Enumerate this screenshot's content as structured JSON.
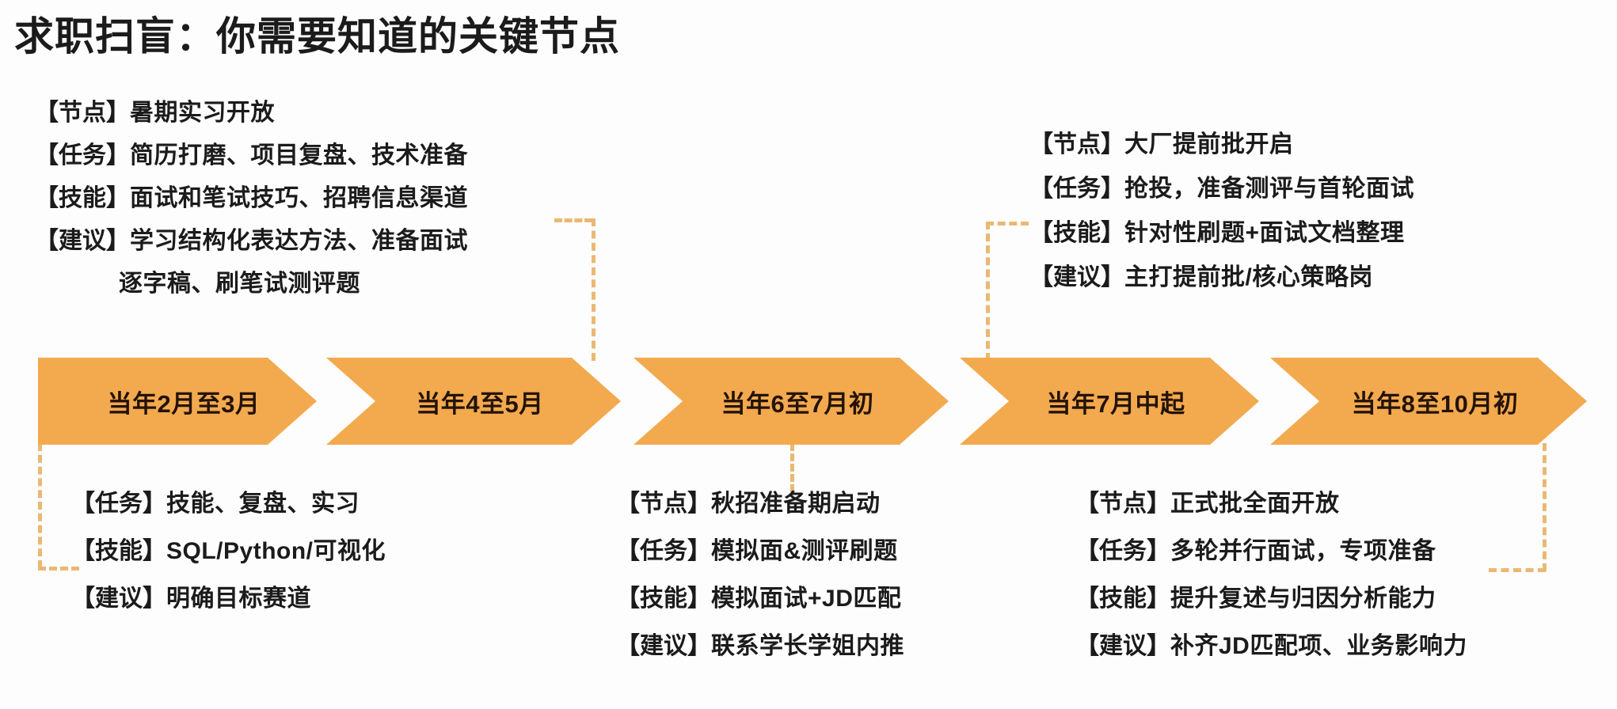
{
  "title": "求职扫盲：你需要知道的关键节点",
  "theme": {
    "chevron_fill": "#f3a94e",
    "chevron_text": "#231308",
    "dash_color": "#eab873",
    "text_color": "#1b1b1b",
    "background": "#fdfdfd"
  },
  "timeline": {
    "stages": [
      {
        "label": "当年2月至3月"
      },
      {
        "label": "当年4至5月"
      },
      {
        "label": "当年6至7月初"
      },
      {
        "label": "当年7月中起"
      },
      {
        "label": "当年8至10月初"
      }
    ]
  },
  "blocks": {
    "top_left": {
      "lines": [
        {
          "tag": "【节点】",
          "body": "暑期实习开放"
        },
        {
          "tag": "【任务】",
          "body": "简历打磨、项目复盘、技术准备"
        },
        {
          "tag": "【技能】",
          "body": "面试和笔试技巧、招聘信息渠道"
        },
        {
          "tag": "【建议】",
          "body": "学习结构化表达方法、准备面试"
        },
        {
          "tag": "",
          "body": "逐字稿、刷笔试测评题"
        }
      ]
    },
    "top_right": {
      "lines": [
        {
          "tag": "【节点】",
          "body": "大厂提前批开启"
        },
        {
          "tag": "【任务】",
          "body": "抢投，准备测评与首轮面试"
        },
        {
          "tag": "【技能】",
          "body": "针对性刷题+面试文档整理"
        },
        {
          "tag": "【建议】",
          "body": "主打提前批/核心策略岗"
        }
      ]
    },
    "bottom_left": {
      "lines": [
        {
          "tag": "【任务】",
          "body": "技能、复盘、实习"
        },
        {
          "tag": "【技能】",
          "body": "SQL/Python/可视化"
        },
        {
          "tag": "【建议】",
          "body": "明确目标赛道"
        }
      ]
    },
    "bottom_middle": {
      "lines": [
        {
          "tag": "【节点】",
          "body": "秋招准备期启动"
        },
        {
          "tag": "【任务】",
          "body": "模拟面&测评刷题"
        },
        {
          "tag": "【技能】",
          "body": "模拟面试+JD匹配"
        },
        {
          "tag": "【建议】",
          "body": "联系学长学姐内推"
        }
      ]
    },
    "bottom_right": {
      "lines": [
        {
          "tag": "【节点】",
          "body": "正式批全面开放"
        },
        {
          "tag": "【任务】",
          "body": "多轮并行面试，专项准备"
        },
        {
          "tag": "【技能】",
          "body": "提升复述与归因分析能力"
        },
        {
          "tag": "【建议】",
          "body": "补齐JD匹配项、业务影响力"
        }
      ]
    }
  }
}
